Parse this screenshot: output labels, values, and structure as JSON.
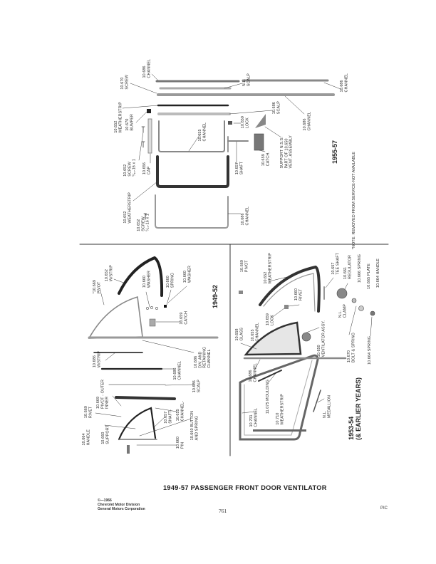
{
  "panels": {
    "p1955": {
      "year": "1955-57",
      "note": "*NOTE: REMOVED FROM SERVICE-NOT AVAILABLE",
      "labels": [
        "10.686\nCHANNEL",
        "N.L.\nSCALP",
        "10.686\nCHANNEL",
        "10.670\nSCREW",
        "10.652\nWEATHERSTRIP",
        "10.670\nBUMPER",
        "10.686\nSCALP",
        "10.686\nCHANNEL",
        "10.655\nCHANNEL",
        "10.659\nLOCK",
        "10.652\nSCREW\n⁵⁄₁₆-16 x 1",
        "10.656\nCAP",
        "10.657\nSHAFT",
        "10.659\nCATCH.",
        "SUPPORT N.S.S.\nPART OF 10.650\nVENT. ASSEMBLY",
        "10.652\nWEATHERSTRIP",
        "10.652\nSCREW\n⁵⁄₁₆-16 x 1",
        "10.686\nCHANNEL"
      ]
    },
    "p1949": {
      "year": "1949-52",
      "labels": [
        "*10.669\nPIVOT",
        "10.652\nW/STRIP",
        "10.660\nWASHER",
        "10.660\nSPRING",
        "10.660\nWASHER",
        "10.659\nCATCH",
        "10.686\nDIV. AND\nRETAINING\nCHANNEL",
        "10.686\nW/STRIP",
        "10.686\nCHANNEL",
        "10.686\nSCALP",
        "10.669\nPIVOT - OUTER\nINNER",
        "10.669\nRIVET",
        "10.664\nHANDLE",
        "10.660\nSUPPORT",
        "10.655\nCHANNEL-",
        "10.657\nSHAFT-",
        "10.660 BUTTON\nAND SPRING",
        "10.660\nPIN"
      ]
    },
    "p1953": {
      "year": "1953-54\n(& EARLIER YEARS)",
      "labels": [
        "10.669\nPIVOT",
        "10.652\nWEATHERSTRIP",
        "10.657\nTEE SHAFT",
        "10.661\nREGULATOR",
        "10.666 SPRING",
        "10.665 PLATE",
        "10.664 HANDLE",
        "10.660\nRIVET",
        "10.658\nGLASS",
        "10.655\nCHANNEL",
        "10.659\nLOCK",
        "10.650\nVENTILATOR ASSY.",
        "N.L.\nCLAMP",
        "10.670\nBOLT & SPRING",
        "10.664 SPRING",
        "10.686\nCHANNEL",
        "11.075 MOULDING",
        "10.710\nWEATHERSTRIP",
        "10.701\nCHANNEL",
        "N.L.\nMEDALLION"
      ]
    }
  },
  "footer": {
    "title": "1949-57 PASSENGER FRONT DOOR VENTILATOR",
    "copyright": "©—1966\nChevrolet Motor Division\nGeneral Motors Corporation",
    "page_number": "761",
    "code": "PIC"
  }
}
